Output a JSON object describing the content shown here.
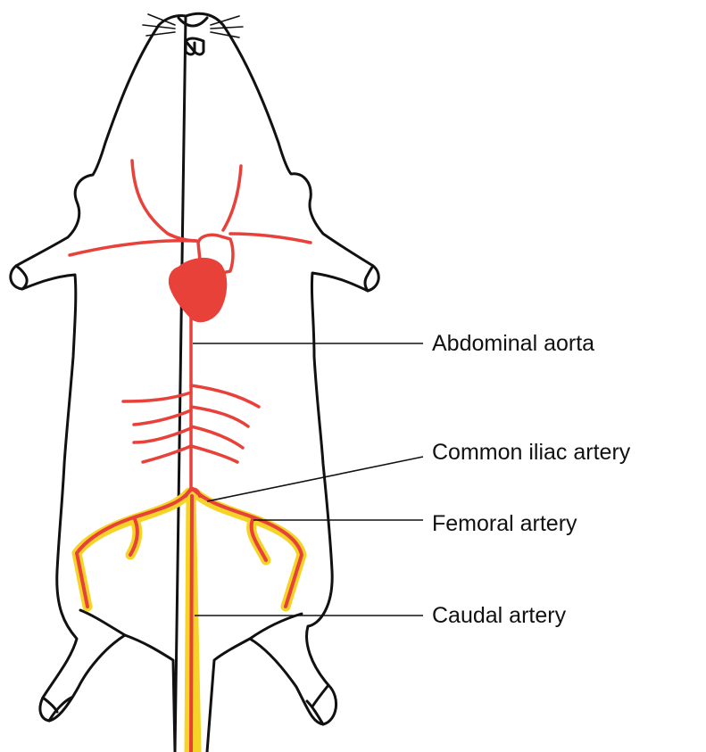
{
  "labels": {
    "abdominal_aorta": "Abdominal aorta",
    "common_iliac_artery": "Common iliac artery",
    "femoral_artery": "Femoral artery",
    "caudal_artery": "Caudal artery"
  },
  "colors": {
    "artery": "#e8413a",
    "highlight": "#f5d327",
    "outline": "#111111",
    "leader": "#111111"
  }
}
